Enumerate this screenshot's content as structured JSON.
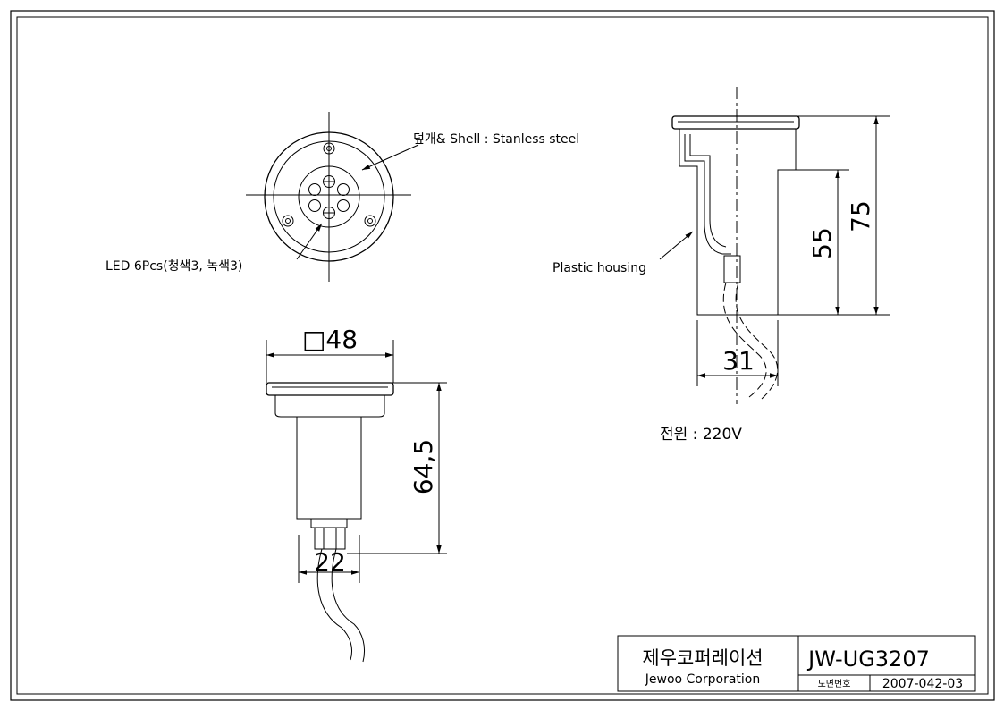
{
  "callouts": {
    "shell": "덮개& Shell : Stanless steel",
    "led": "LED  6Pcs(청색3, 녹색3)",
    "housing": "Plastic housing",
    "power": "전원 : 220V"
  },
  "dimensions": {
    "width_square": "□48",
    "height_front": "64,5",
    "nut": "22",
    "height_side_total": "75",
    "height_side_body": "55",
    "diameter_side": "31"
  },
  "title_block": {
    "company_ko": "제우코퍼레이션",
    "company_en": "Jewoo Corporation",
    "model": "JW-UG3207",
    "drawing_no_label": "도면번호",
    "drawing_no": "2007-042-03"
  },
  "colors": {
    "line": "#000000",
    "background": "#ffffff"
  }
}
